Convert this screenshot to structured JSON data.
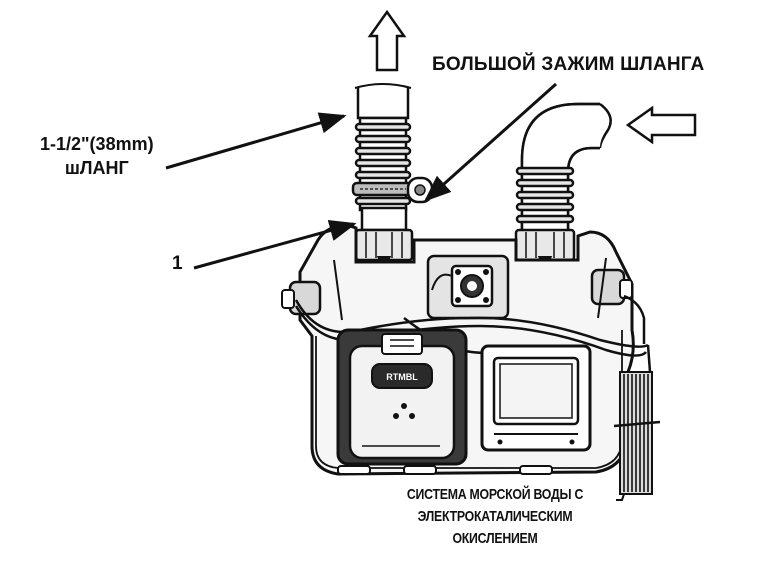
{
  "labels": {
    "large_clamp": "БОЛЬШОЙ ЗАЖИМ ШЛАНГА",
    "hose_size": "1-1/2\"(38mm)",
    "hose_word": "шЛАНГ",
    "callout_one": "1",
    "system_line1": "СИСТЕМА МОРСКОЙ ВОДЫ С",
    "system_line2": "ЭЛЕКТРОКАТАЛИЧЕСКИМ",
    "system_line3": "ОКИСЛЕНИЕМ",
    "unit_badge": "RTMBL"
  },
  "colors": {
    "ink": "#111111",
    "paper": "#ffffff",
    "shade": "#cfcfcf",
    "dark": "#2a2a2a"
  }
}
